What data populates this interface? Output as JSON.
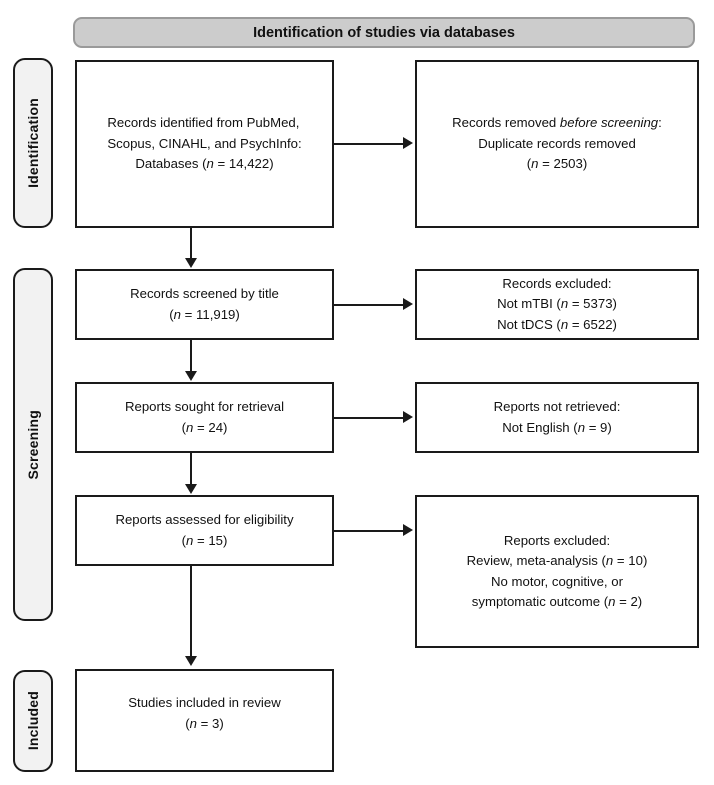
{
  "diagram": {
    "title": "PRISMA flow diagram",
    "colors": {
      "banner_fill": "#cccccc",
      "banner_border": "#9a9a9a",
      "stage_fill": "#f2f2f2",
      "box_border": "#1a1a1a",
      "background": "#ffffff",
      "text": "#111111"
    }
  },
  "banner": {
    "label": "Identification of studies via databases"
  },
  "stages": [
    {
      "key": "identification",
      "label": "Identification"
    },
    {
      "key": "screening",
      "label": "Screening"
    },
    {
      "key": "included",
      "label": "Included"
    }
  ],
  "boxes": {
    "records_identified": {
      "lines": [
        "Records identified from PubMed,",
        "Scopus, CINAHL, and PsychInfo:",
        "Databases (n = 14,422)"
      ],
      "counts": {
        "n": 14422
      },
      "sources": [
        "PubMed",
        "Scopus",
        "CINAHL",
        "PsychInfo"
      ]
    },
    "records_removed": {
      "lines": [
        "Records removed before screening:",
        "Duplicate records removed",
        "(n = 2503)"
      ],
      "counts": {
        "n": 2503
      }
    },
    "records_screened": {
      "lines": [
        "Records screened by title",
        "(n = 11,919)"
      ],
      "counts": {
        "n": 11919
      }
    },
    "records_excluded": {
      "heading": "Records excluded:",
      "lines": [
        "Not mTBI (n = 5373)",
        "Not tDCS (n = 6522)"
      ],
      "counts": {
        "not_mtbi": 5373,
        "not_tdcs": 6522
      }
    },
    "reports_sought": {
      "lines": [
        "Reports sought for retrieval",
        "(n = 24)"
      ],
      "counts": {
        "n": 24
      }
    },
    "reports_not_retrieved": {
      "heading": "Reports not retrieved:",
      "lines": [
        "Not English (n = 9)"
      ],
      "counts": {
        "not_english": 9
      }
    },
    "reports_assessed": {
      "lines": [
        "Reports assessed for eligibility",
        "(n = 15)"
      ],
      "counts": {
        "n": 15
      }
    },
    "reports_excluded": {
      "heading": "Reports excluded:",
      "lines": [
        "Review, meta-analysis (n = 10)",
        "No motor, cognitive, or",
        "symptomatic outcome (n = 2)"
      ],
      "counts": {
        "review_meta_analysis": 10,
        "no_relevant_outcome": 2
      }
    },
    "studies_included": {
      "lines": [
        "Studies included in review",
        "(n = 3)"
      ],
      "counts": {
        "n": 3
      }
    }
  }
}
